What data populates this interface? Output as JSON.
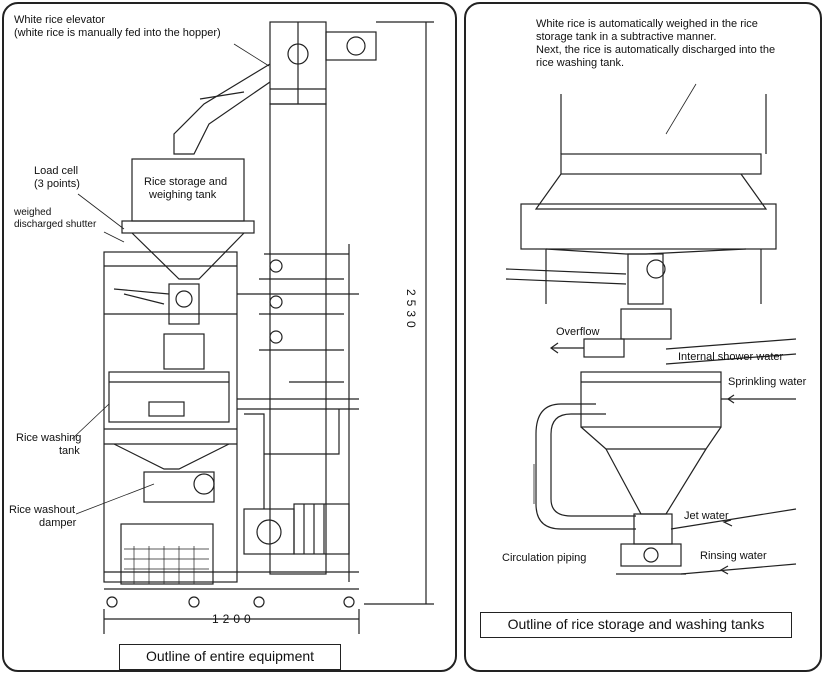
{
  "left_panel": {
    "caption": "Outline of entire equipment",
    "labels": {
      "elevator_line1": "White rice elevator",
      "elevator_line2": "(white rice is manually fed into the hopper)",
      "tank_line1": "Rice storage and",
      "tank_line2": "weighing tank",
      "loadcell_line1": "Load cell",
      "loadcell_line2": "(3 points)",
      "shutter_line1": "weighed",
      "shutter_line2": "discharged shutter",
      "washing_line1": "Rice washing",
      "washing_line2": "tank",
      "damper_line1": "Rice washout",
      "damper_line2": "damper"
    },
    "dimensions": {
      "width": "1200",
      "height": "2530"
    }
  },
  "right_panel": {
    "caption": "Outline of rice storage and washing tanks",
    "description": [
      "White rice is automatically weighed in the rice",
      "storage tank in a subtractive manner.",
      "Next, the rice is automatically discharged into the",
      "rice washing tank."
    ],
    "labels": {
      "overflow": "Overflow",
      "internal_shower": "Internal shower water",
      "sprinkling": "Sprinkling water",
      "jet": "Jet water",
      "circulation": "Circulation piping",
      "rinsing": "Rinsing water"
    }
  }
}
